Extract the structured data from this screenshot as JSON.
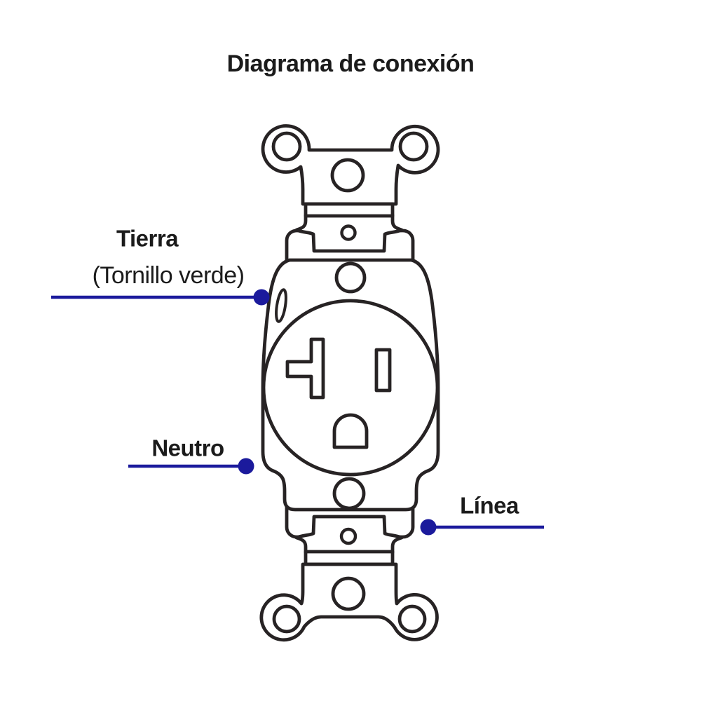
{
  "title": "Diagrama de conexión",
  "labels": {
    "ground_title": "Tierra",
    "ground_subtitle": "(Tornillo verde)",
    "neutral": "Neutro",
    "line": "Línea"
  },
  "theme": {
    "outline": "#272324",
    "text": "#1b1b1b",
    "leader": "#1b1a9c",
    "background": "#ffffff"
  }
}
